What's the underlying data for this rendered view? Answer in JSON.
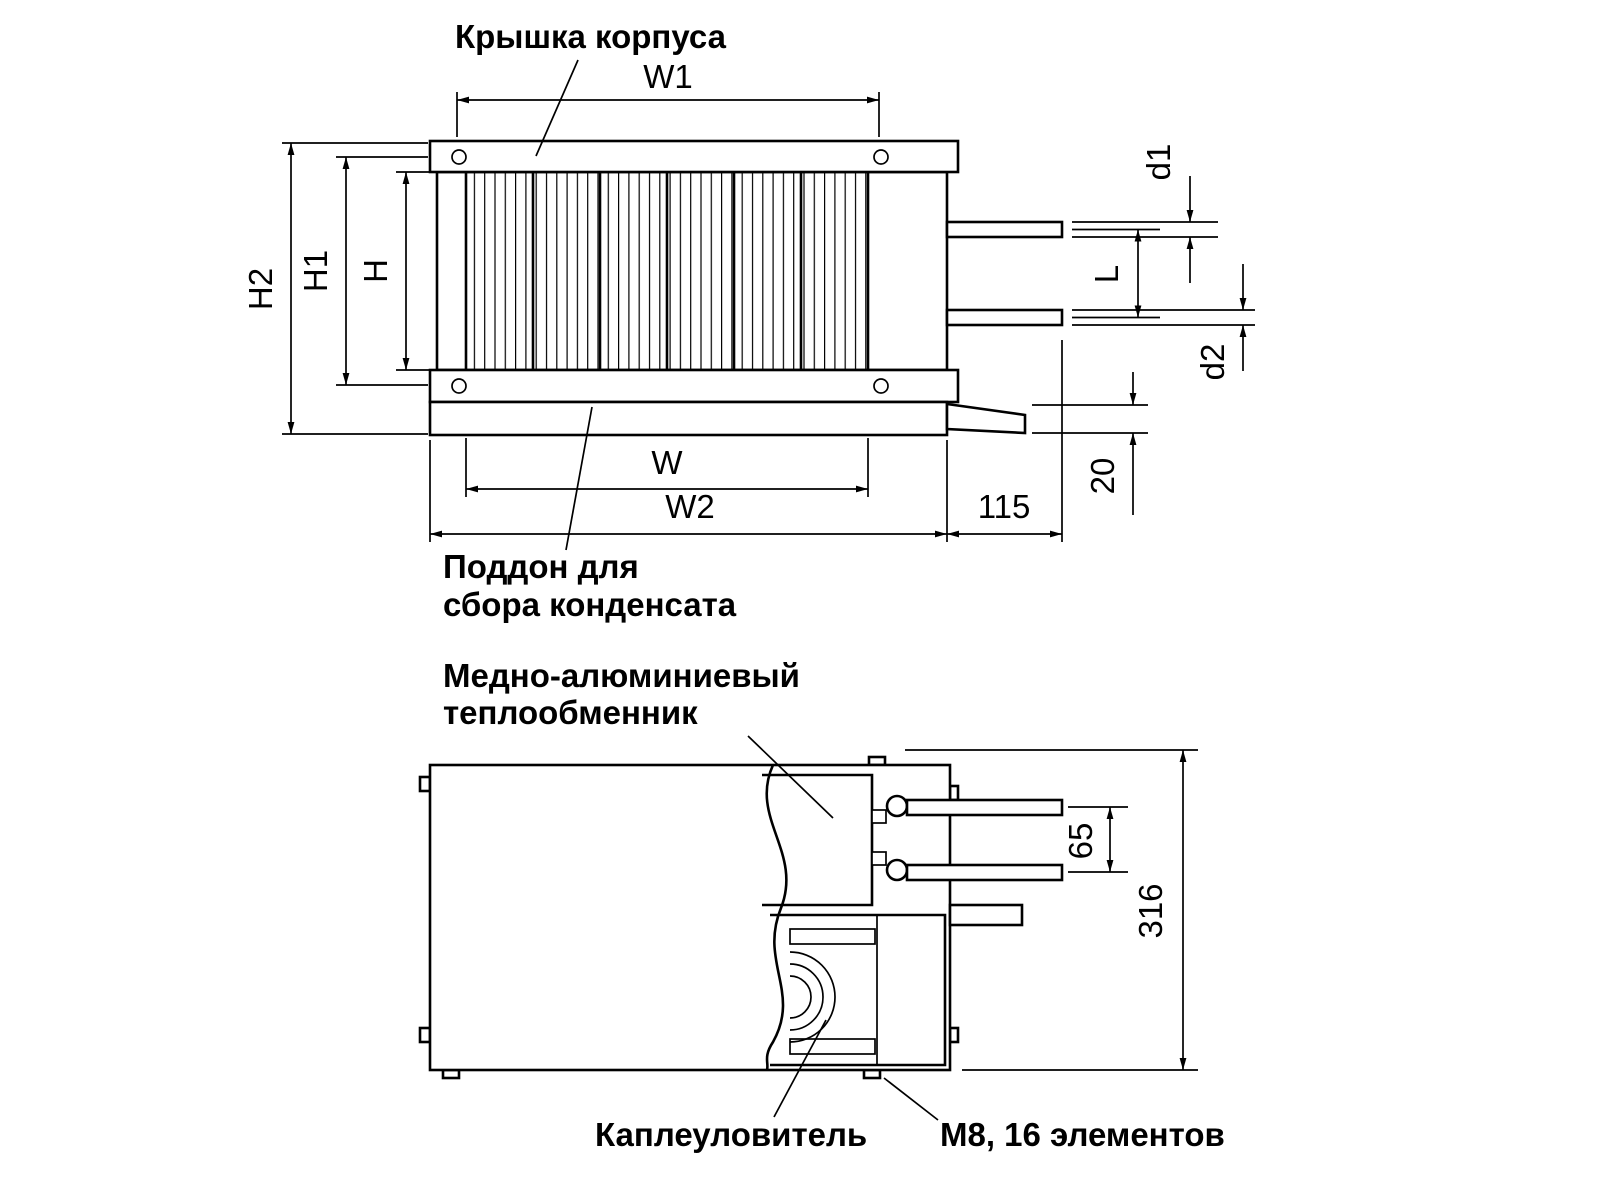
{
  "labels": {
    "cover": "Крышка корпуса",
    "tray_line1": "Поддон для",
    "tray_line2": "сбора конденсата",
    "hx_line1": "Медно-алюминиевый",
    "hx_line2": "теплообменник",
    "eliminator": "Каплеуловитель",
    "bolts": "М8, 16 элементов"
  },
  "dims": {
    "w1": "W1",
    "w": "W",
    "w2": "W2",
    "h": "H",
    "h1": "H1",
    "h2": "H2",
    "d1": "d1",
    "d2": "d2",
    "l": "L",
    "offset_115": "115",
    "offset_20": "20",
    "pipe_spacing_65": "65",
    "depth_316": "316"
  },
  "colors": {
    "ink": "#000000",
    "paper": "#ffffff"
  }
}
